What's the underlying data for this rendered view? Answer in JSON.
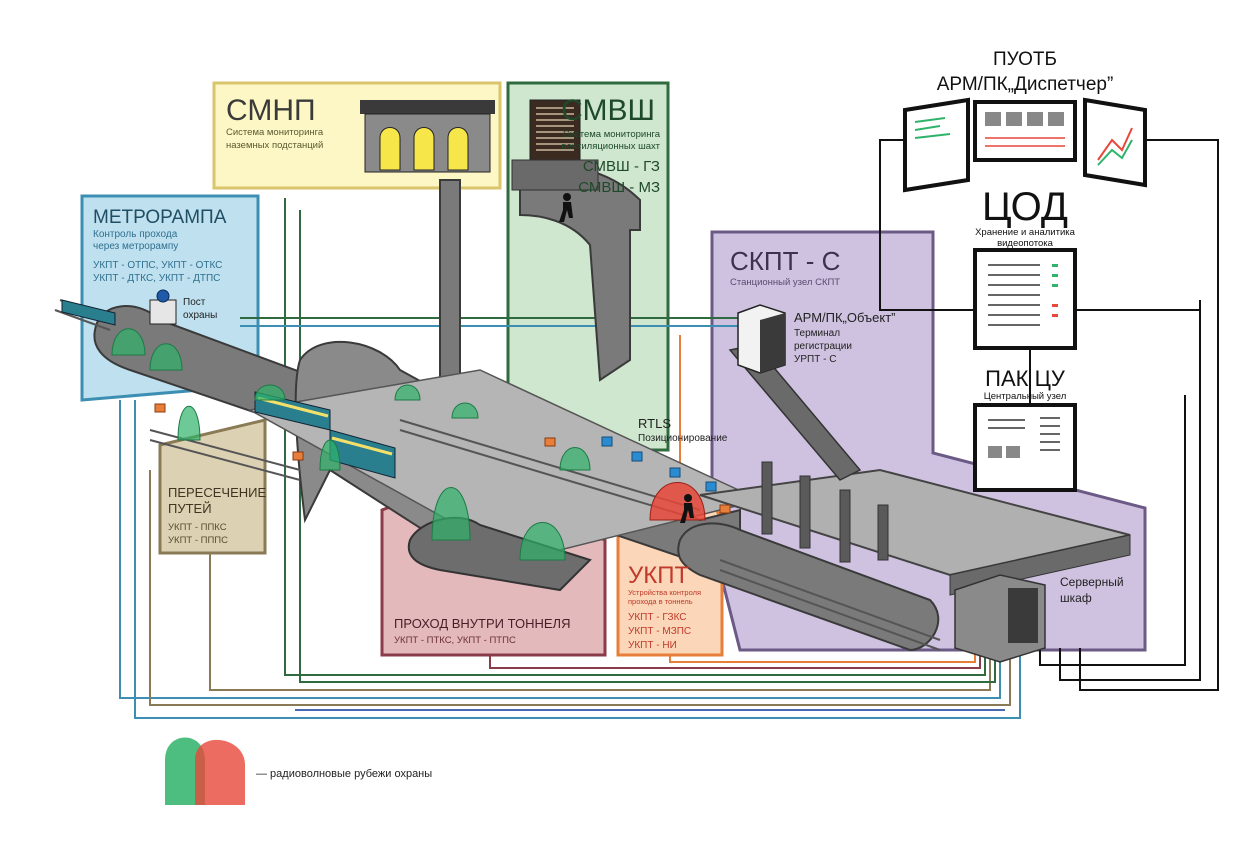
{
  "colors": {
    "smnp": "#fdf7c5",
    "smnp_border": "#d9c56b",
    "smvsh": "#cfe6cf",
    "smvsh_border": "#2f6b3f",
    "metro": "#bfe1ef",
    "metro_border": "#3c8fb3",
    "sk": "#cfc2e0",
    "sk_border": "#6c5a86",
    "cross": "#ddd1b4",
    "cross_border": "#8a7a55",
    "passage": "#e3b9bb",
    "passage_border": "#8a3c48",
    "ukpt": "#fbd6b8",
    "ukpt_border": "#e77f3a",
    "tunnel": "#7a7a7a",
    "tunnel_dark": "#3a3a3a",
    "floor": "#b5b5b5",
    "green_barrier": "#2fb36a",
    "red_barrier": "#e8473a",
    "train": "#2a7f8f"
  },
  "smnp": {
    "title": "СМНП",
    "line1": "Система мониторинга",
    "line2": "наземных подстанций"
  },
  "smvsh": {
    "title": "СМВШ",
    "line1": "Система мониторинга",
    "line2": "вентиляционных шахт",
    "code1": "СМВШ - ГЗ",
    "code2": "СМВШ - МЗ"
  },
  "metro": {
    "title": "МЕТРОРАМПА",
    "line1": "Контроль прохода",
    "line2": "через метрорампу",
    "code1": "УКПТ - ОТПС, УКПТ - ОТКС",
    "code2": "УКПТ - ДТКС, УКПТ - ДТПС",
    "post1": "Пост",
    "post2": "охраны"
  },
  "crossing": {
    "title1": "ПЕРЕСЕЧЕНИЕ",
    "title2": "ПУТЕЙ",
    "code1": "УКПТ - ППКС",
    "code2": "УКПТ - ПППС"
  },
  "passage": {
    "title": "ПРОХОД ВНУТРИ ТОННЕЛЯ",
    "codes": "УКПТ - ПТКС, УКПТ - ПТПС"
  },
  "ukpt": {
    "title": "УКПТ",
    "line1": "Устройства контроля",
    "line2": "прохода в тоннель",
    "code1": "УКПТ - ГЗКС",
    "code2": "УКПТ - МЗПС",
    "code3": "УКПТ - НИ"
  },
  "rtls": {
    "title": "RTLS",
    "sub": "Позиционирование"
  },
  "skpt": {
    "title": "СКПТ - С",
    "sub": "Станционный узел СКПТ",
    "arm": "АРМ/ПК„Объект”",
    "t1": "Терминал",
    "t2": "регистрации",
    "t3": "УРПТ - С"
  },
  "server": {
    "line1": "Серверный",
    "line2": "шкаф"
  },
  "puotb": {
    "line1": "ПУОТБ",
    "line2": "АРМ/ПК„Диспетчер”"
  },
  "cod": {
    "title": "ЦОД",
    "line1": "Хранение и аналитика",
    "line2": "видеопотока"
  },
  "pak": {
    "title": "ПАК ЦУ",
    "sub": "Центральный узел"
  },
  "legend": {
    "text": "— радиоволновые рубежи охраны"
  }
}
